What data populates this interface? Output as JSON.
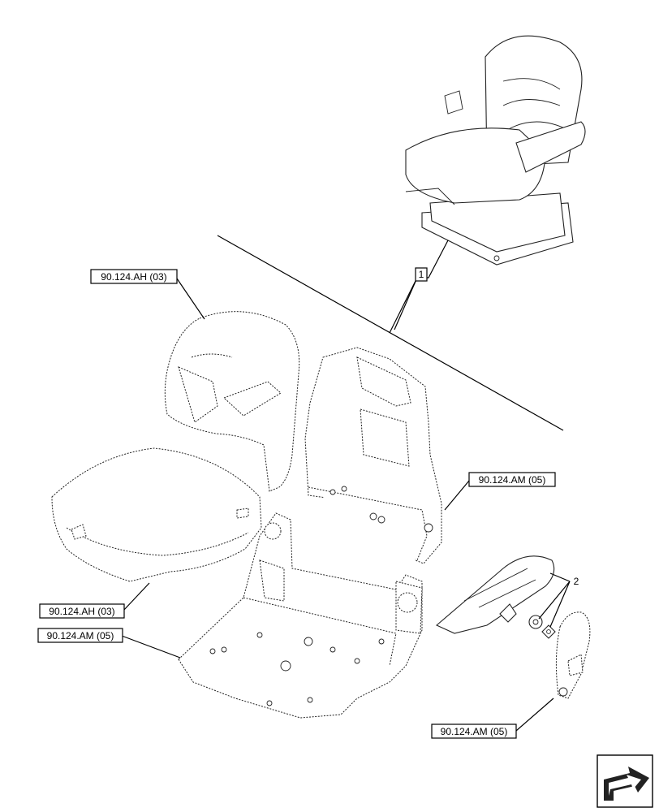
{
  "callouts": {
    "backrest_cover": "90.124.AH (03)",
    "cushion_cover": "90.124.AH (03)",
    "backrest_frame": "90.124.AM (05)",
    "seat_frame": "90.124.AM (05)",
    "armrest_bracket": "90.124.AM (05)",
    "item_1": "1",
    "item_2": "2"
  },
  "icons": {
    "nav": "arrow-icon"
  }
}
